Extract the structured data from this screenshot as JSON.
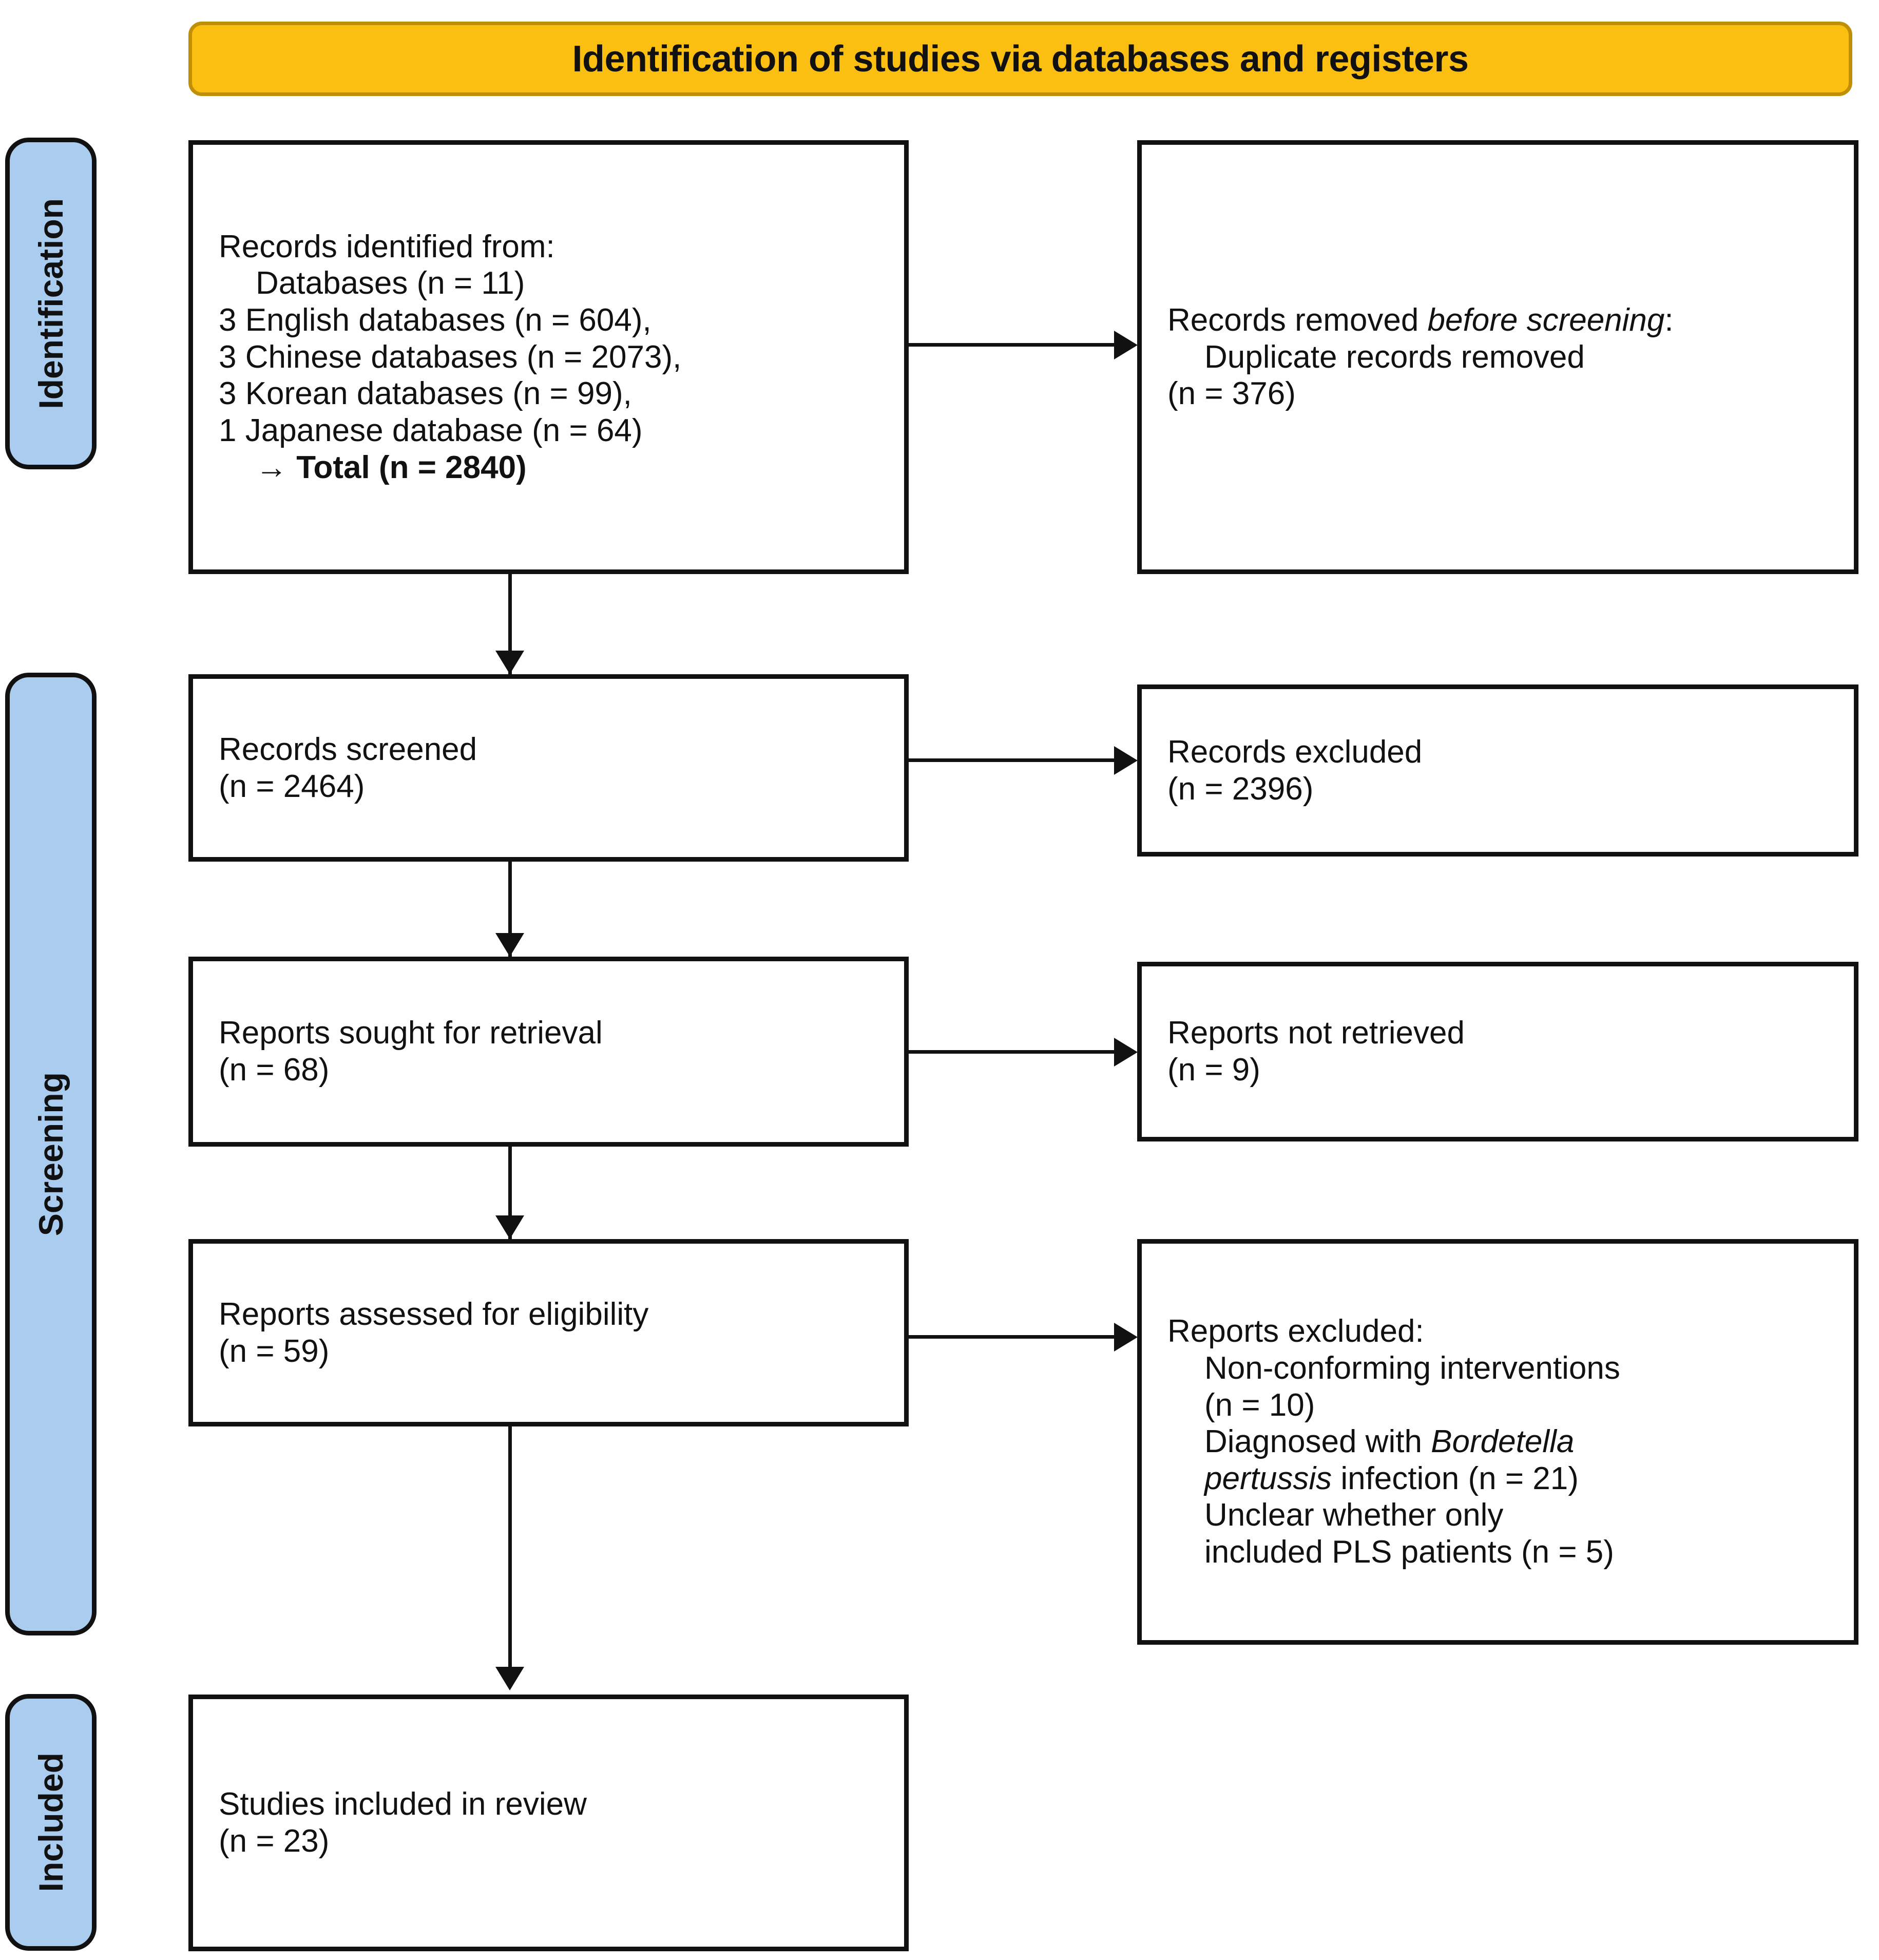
{
  "banner": {
    "title": "Identification of studies via databases and registers",
    "bg_color": "#fbbf11",
    "border_color": "#c08f08"
  },
  "stages": [
    {
      "id": "identification",
      "label": "Identification",
      "bg_color": "#aaccee"
    },
    {
      "id": "screening",
      "label": "Screening",
      "bg_color": "#aaccee"
    },
    {
      "id": "included",
      "label": "Included",
      "bg_color": "#aaccee"
    }
  ],
  "boxes": {
    "records_identified": {
      "title": "Records identified from:",
      "line_databases": "Databases (n = 11)",
      "line_english": "3 English databases (n = 604),",
      "line_chinese": "3 Chinese databases (n = 2073),",
      "line_korean": "3 Korean databases (n = 99),",
      "line_japanese": "1 Japanese database (n = 64)",
      "line_total_arrow": "→ ",
      "line_total": "Total (n = 2840)",
      "counts": {
        "databases": 11,
        "english": 604,
        "chinese": 2073,
        "korean": 99,
        "japanese": 64,
        "total": 2840
      }
    },
    "records_removed": {
      "title_part1": "Records removed ",
      "title_italic": "before screening",
      "title_part2": ":",
      "line_duplicate": "Duplicate records removed",
      "line_duplicate_n": "(n = 376)",
      "counts": {
        "duplicates": 376
      }
    },
    "records_screened": {
      "title": "Records screened",
      "n_label": "(n = 2464)",
      "counts": {
        "screened": 2464
      }
    },
    "records_excluded": {
      "title": "Records excluded",
      "n_label": "(n = 2396)",
      "counts": {
        "excluded": 2396
      }
    },
    "reports_sought": {
      "title": "Reports sought for retrieval",
      "n_label": "(n = 68)",
      "counts": {
        "sought": 68
      }
    },
    "reports_not_retrieved": {
      "title": "Reports not retrieved",
      "n_label": "(n = 9)",
      "counts": {
        "not_retrieved": 9
      }
    },
    "reports_assessed": {
      "title": "Reports assessed for eligibility",
      "n_label": "(n = 59)",
      "counts": {
        "assessed": 59
      }
    },
    "reports_excluded": {
      "title": "Reports excluded:",
      "reason1_line1": "Non-conforming interventions",
      "reason1_line2": "(n = 10)",
      "reason2_line1_pre": "Diagnosed with ",
      "reason2_line1_italic": "Bordetella",
      "reason2_line2_italic": "pertussis",
      "reason2_line2_post": " infection (n = 21)",
      "reason3_line1": "Unclear whether only",
      "reason3_line2": "included PLS patients (n = 5)",
      "counts": {
        "non_conforming_interventions": 10,
        "bordetella_pertussis_infection": 21,
        "unclear_pls_patients": 5
      }
    },
    "studies_included": {
      "title": "Studies included in review",
      "n_label": "(n = 23)",
      "counts": {
        "included": 23
      }
    }
  }
}
